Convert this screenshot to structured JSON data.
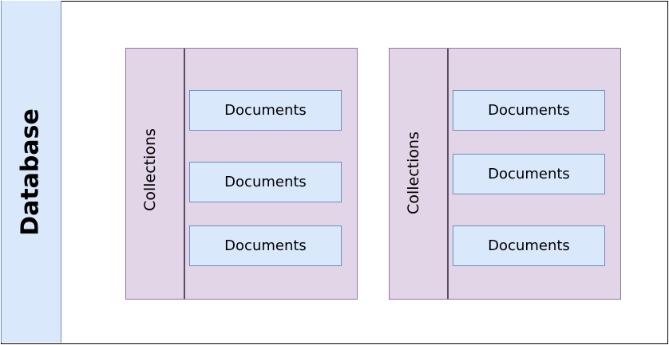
{
  "database": {
    "label": "Database"
  },
  "collections": [
    {
      "label": "Collections",
      "documents": [
        "Documents",
        "Documents",
        "Documents"
      ]
    },
    {
      "label": "Collections",
      "documents": [
        "Documents",
        "Documents",
        "Documents"
      ]
    }
  ],
  "colors": {
    "database_fill": "#dae8fc",
    "database_stroke": "#6c8ebf",
    "collection_fill": "#e1d5e7",
    "collection_stroke": "#9673a6",
    "document_fill": "#dae8fc",
    "document_stroke": "#6c8ebf"
  }
}
